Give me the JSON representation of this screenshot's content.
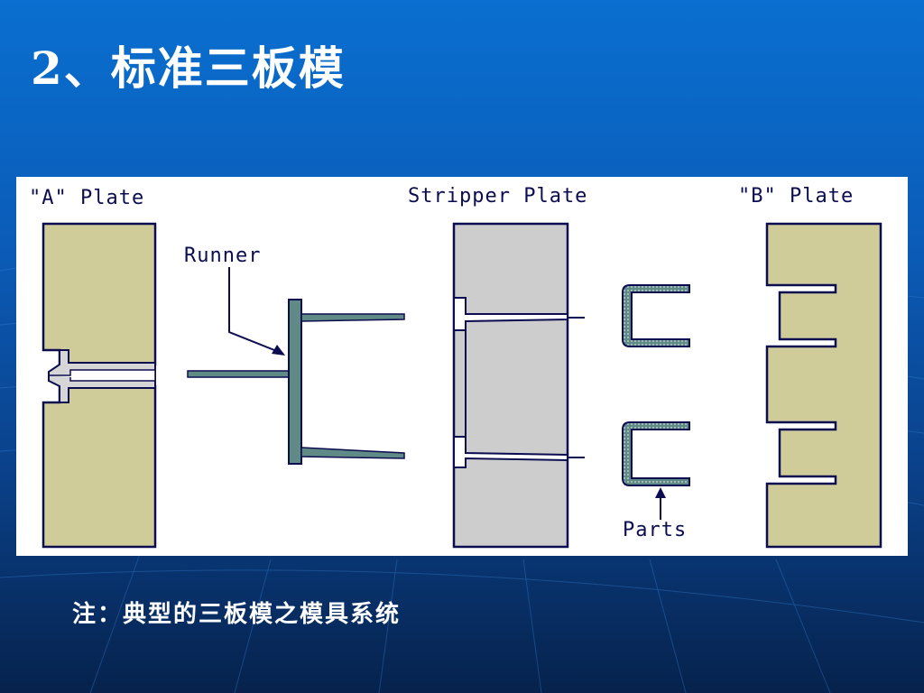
{
  "slide": {
    "title": "2、标准三板模",
    "note": "注：典型的三板模之模具系统"
  },
  "diagram": {
    "labels": {
      "a_plate": "\"A\" Plate",
      "stripper_plate": "Stripper Plate",
      "b_plate": "\"B\" Plate",
      "runner": "Runner",
      "parts": "Parts"
    }
  },
  "colors": {
    "a_plate": "#cfcc99",
    "stripper_plate": "#cdcdcd",
    "b_plate": "#cfcc99",
    "runner": "#5f8a86",
    "outline": "#0c0c50",
    "background_top": "#0a6fd0",
    "background_bottom": "#06224c"
  }
}
